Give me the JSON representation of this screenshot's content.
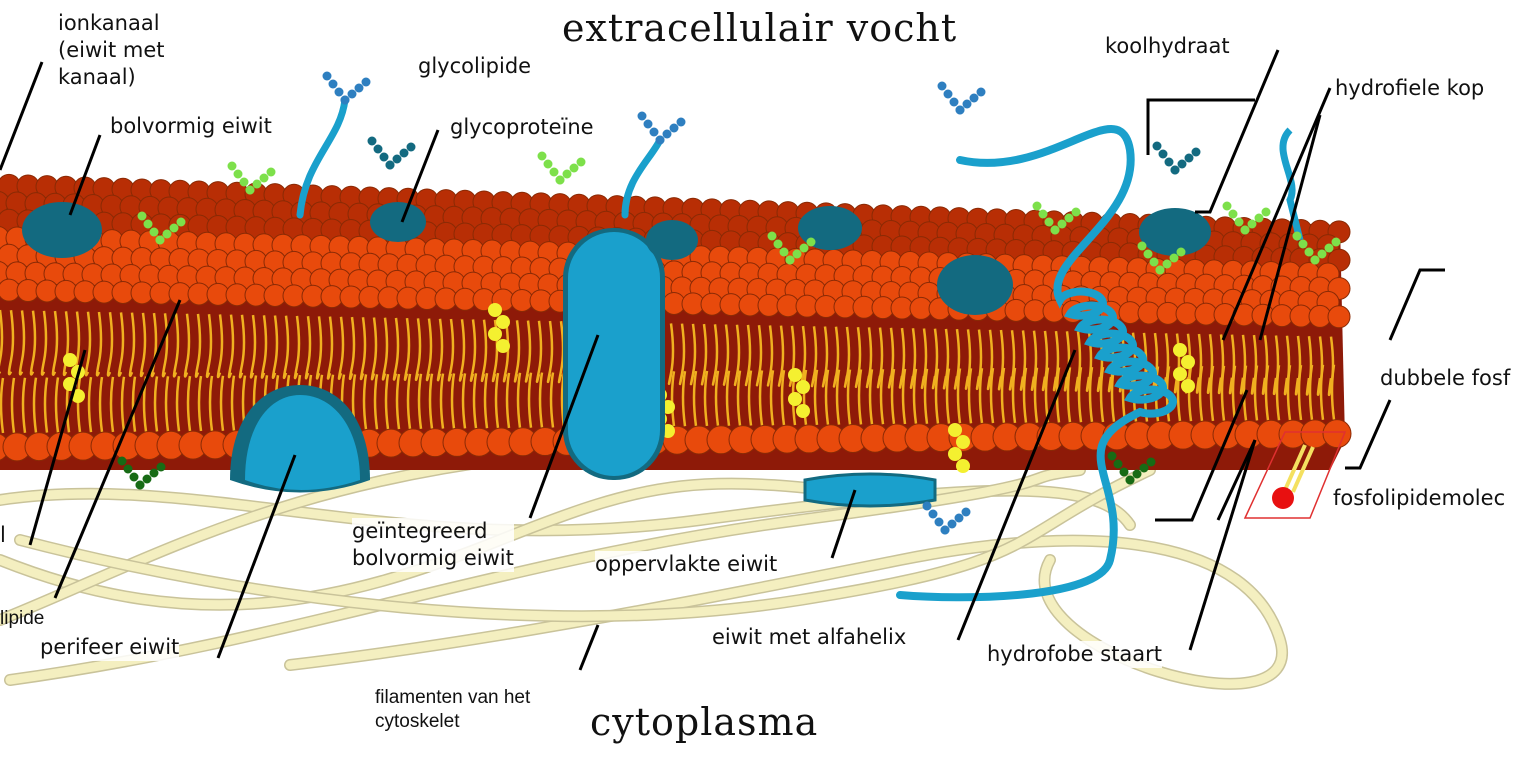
{
  "titles": {
    "top": "extracellulair vocht",
    "bottom": "cytoplasma"
  },
  "labels": {
    "ionkanaal": "ionkanaal\n(eiwit met\nkanaal)",
    "bolvormig": "bolvormig eiwit",
    "glycolipide": "glycolipide",
    "glycoproteine": "glycoproteïne",
    "koolhydraat": "koolhydraat",
    "hydrofiele_kop": "hydrofiele kop",
    "dubbele": "dubbele fosf",
    "fosfolipidemolec": "fosfolipidemolec",
    "cut_l": "l",
    "cut_lipide": "lipide",
    "perifeer": "perifeer eiwit",
    "geintegreerd": "geïntegreerd\nbolvormig eiwit",
    "oppervlakte": "oppervlakte eiwit",
    "alfahelix": "eiwit met alfahelix",
    "hydrofobe": "hydrofobe staart",
    "filamenten": "filamenten van het\ncytoskelet"
  },
  "colors": {
    "head": "#e84a0c",
    "headDark": "#b82e05",
    "body": "#8e1a08",
    "tail": "#f0b020",
    "protein": "#1aa0cc",
    "proteinDark": "#136a80",
    "filament": "#f4efc0",
    "sugar": "#7de04a",
    "cholesterol": "#f4f030"
  }
}
